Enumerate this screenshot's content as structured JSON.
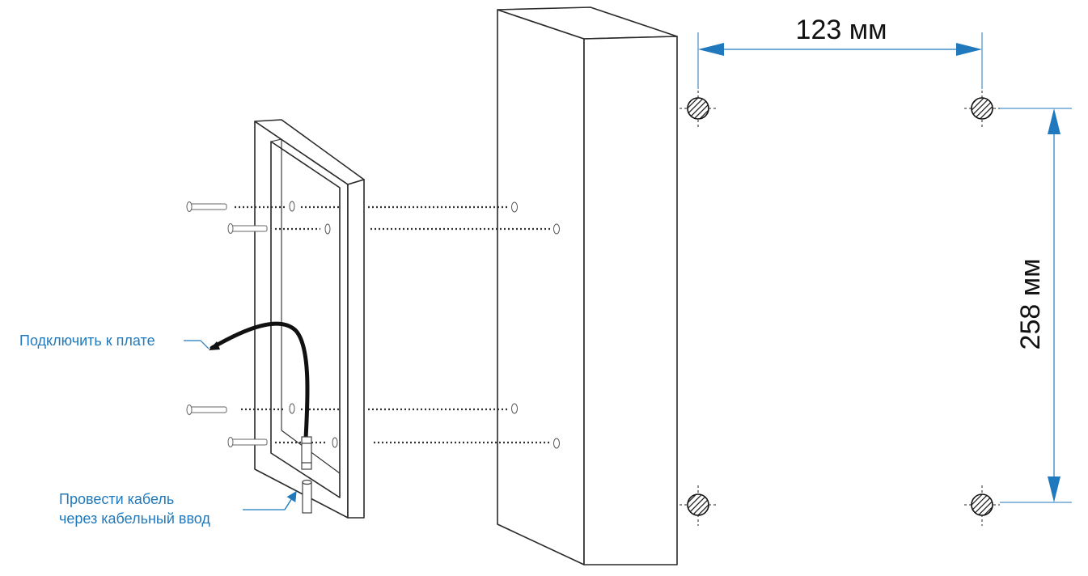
{
  "callouts": {
    "connect_label": "Подключить к плате",
    "cable_label_line1": "Провести кабель",
    "cable_label_line2": "через кабельный ввод"
  },
  "dimensions": {
    "horizontal": "123 мм",
    "vertical": "258 мм"
  },
  "colors": {
    "accent": "#1f79bc",
    "outline": "#2a2a2a",
    "cable": "#111111"
  }
}
